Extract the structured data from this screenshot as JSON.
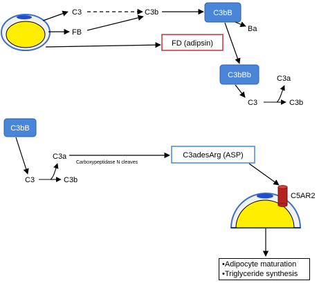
{
  "diagram": {
    "labels": {
      "c3_top": "C3",
      "fb": "FB",
      "c3b_top": "C3b",
      "ba": "Ba",
      "c3a_right": "C3a",
      "c3_right": "C3",
      "c3b_right": "C3b",
      "c3a_left": "C3a",
      "c3_left": "C3",
      "c3b_left": "C3b",
      "receptor": "C5AR2",
      "enzyme_note": "Carboxypeptidase N cleaves"
    },
    "boxes": {
      "c3bb_top": "C3bB",
      "c3bbb": "C3bBb",
      "c3bb_left": "C3bB",
      "fd": "FD (adipsin)",
      "asp": "C3adesArg (ASP)"
    },
    "outcomes": [
      "•Adipocyte maturation",
      "•Triglyceride synthesis"
    ],
    "colors": {
      "blue_box": "#4a86d8",
      "fd_border": "#c8313a",
      "asp_border": "#4a86d8",
      "cell_fill": "#f1f1f1",
      "cell_border": "#3a6fc4",
      "nucleus": "#ffee00",
      "vesicle": "#1f4fd0",
      "receptor": "#b32421"
    }
  }
}
